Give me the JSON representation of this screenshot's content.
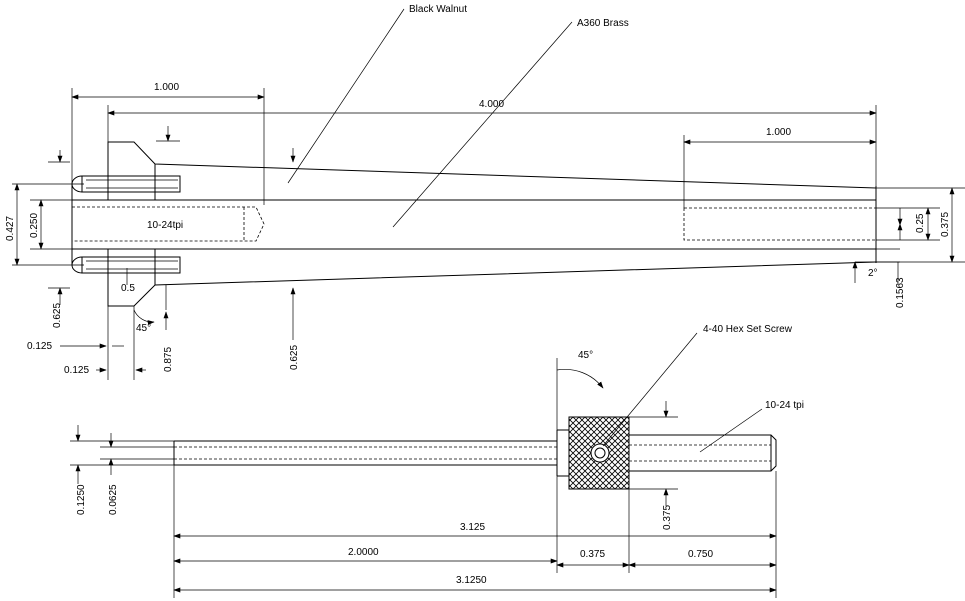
{
  "drawing": {
    "callouts": {
      "black_walnut": "Black Walnut",
      "a360_brass": "A360 Brass",
      "hex_set_screw": "4-40 Hex Set Screw",
      "thread_top": "10-24tpi",
      "thread_bottom": "10-24 tpi"
    },
    "top_view": {
      "dim_1000_left": "1.000",
      "dim_4000": "4.000",
      "dim_1000_right": "1.000",
      "dim_0427": "0.427",
      "dim_0250": "0.250",
      "dim_025": "0.25",
      "dim_0375": "0.375",
      "dim_01563": "0.1563",
      "angle_2": "2°",
      "dim_05": "0.5",
      "angle_45": "45°",
      "dim_0625_left": "0.625",
      "dim_0125_a": "0.125",
      "dim_0125_b": "0.125",
      "dim_0875": "0.875",
      "dim_0625_mid": "0.625"
    },
    "bottom_view": {
      "angle_45": "45°",
      "dim_01250": "0.1250",
      "dim_00625": "0.0625",
      "dim_0375_vert": "0.375",
      "dim_3125": "3.125",
      "dim_20000": "2.0000",
      "dim_0375": "0.375",
      "dim_0750": "0.750",
      "dim_31250": "3.1250"
    }
  }
}
